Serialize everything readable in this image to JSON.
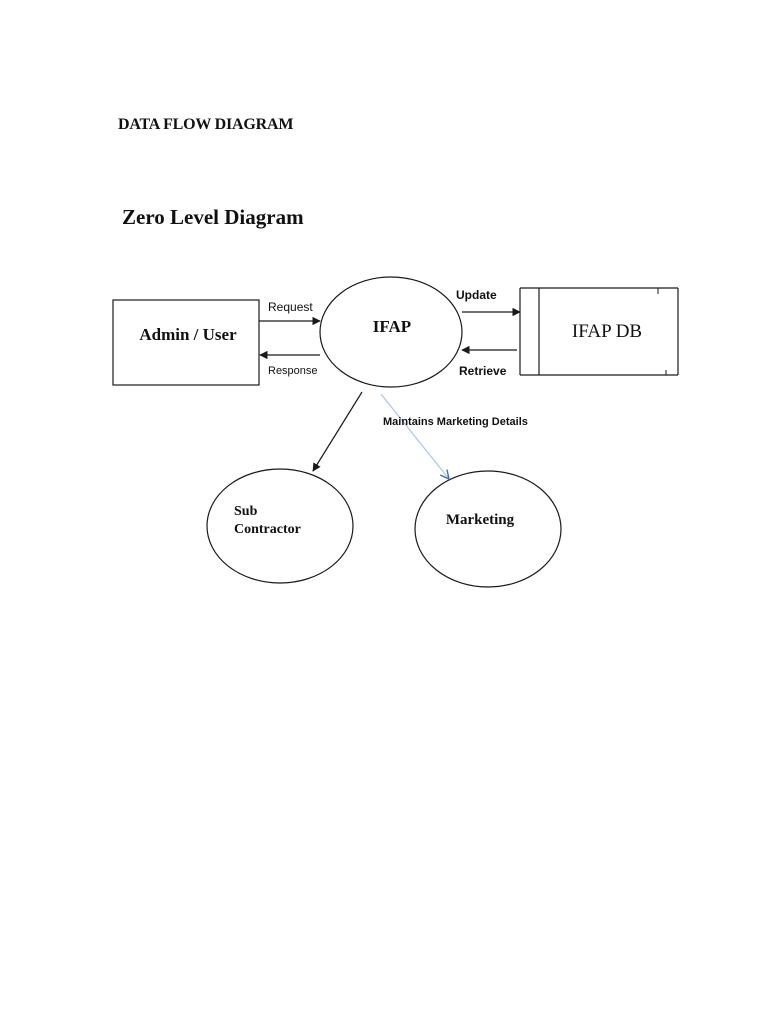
{
  "page_heading": "DATA FLOW DIAGRAM",
  "diagram": {
    "title": "Zero Level Diagram",
    "entities": {
      "admin_user": "Admin / User",
      "ifap_process": "IFAP",
      "ifap_db": "IFAP DB",
      "sub_contractor_line1": "Sub",
      "sub_contractor_line2": "Contractor",
      "marketing": "Marketing"
    },
    "flows": {
      "request": "Request",
      "response": "Response",
      "update": "Update",
      "retrieve": "Retrieve",
      "maintains": "Maintains Marketing Details"
    },
    "colors": {
      "stroke": "#1a1a1a",
      "marketing_arrow": "#6f9fd8"
    }
  }
}
